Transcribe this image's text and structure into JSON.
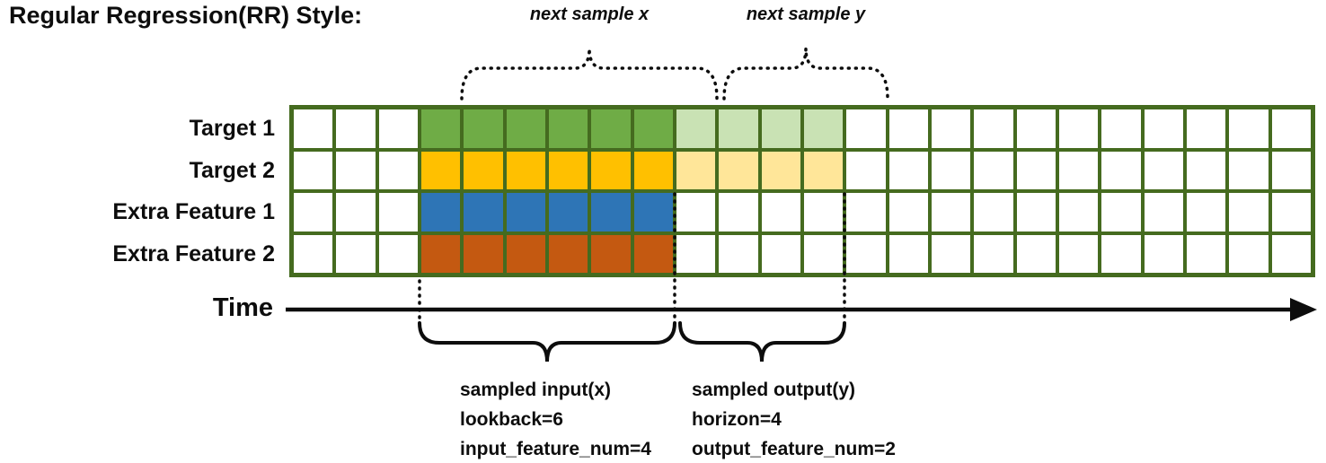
{
  "title": "Regular Regression(RR) Style:",
  "colors": {
    "grid_line": "#456b1f",
    "annotation": "#0d0d0d"
  },
  "grid": {
    "columns": 24,
    "input_start_col": 3,
    "input_len": 6,
    "output_len": 4,
    "rows": [
      {
        "label": "Target 1",
        "input_color": "#6FAC46",
        "output_color": "#C9E2B4"
      },
      {
        "label": "Target 2",
        "input_color": "#FFC000",
        "output_color": "#FFE699"
      },
      {
        "label": "Extra Feature 1",
        "input_color": "#2E75B6",
        "output_color": null
      },
      {
        "label": "Extra Feature 2",
        "input_color": "#C45911",
        "output_color": null
      }
    ]
  },
  "annotations": {
    "next_sample_x": "next sample x",
    "next_sample_y": "next sample y",
    "time_label": "Time",
    "sampled_input": [
      "sampled input(x)",
      "lookback=6",
      "input_feature_num=4"
    ],
    "sampled_output": [
      "sampled output(y)",
      "horizon=4",
      "output_feature_num=2"
    ]
  }
}
